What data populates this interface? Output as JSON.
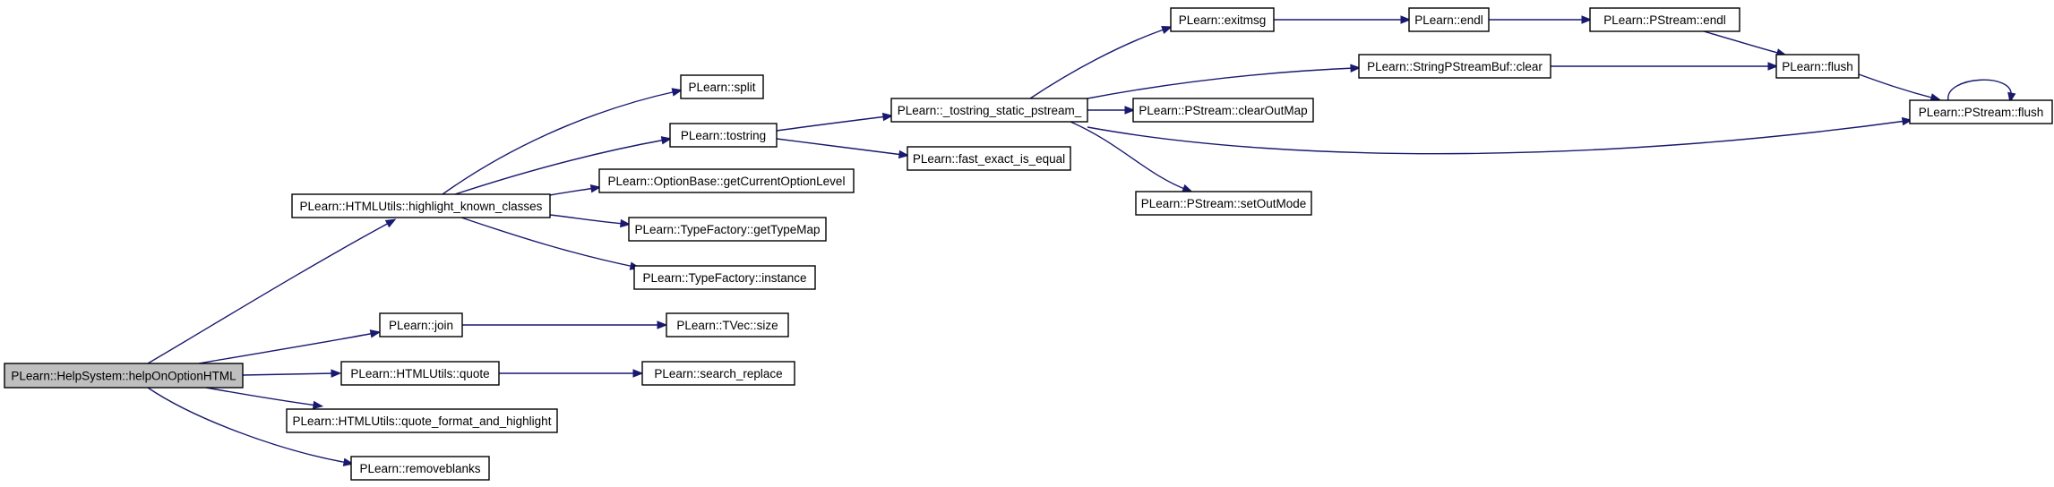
{
  "colors": {
    "edge": "#191970",
    "root_fill": "#bfbfbf",
    "node_fill": "#ffffff",
    "node_border": "#000000"
  },
  "nodes": [
    {
      "id": "helpOnOptionHTML",
      "label": "PLearn::HelpSystem::helpOnOptionHTML",
      "root": true
    },
    {
      "id": "highlight_known_classes",
      "label": "PLearn::HTMLUtils::highlight_known_classes"
    },
    {
      "id": "join",
      "label": "PLearn::join"
    },
    {
      "id": "quote",
      "label": "PLearn::HTMLUtils::quote"
    },
    {
      "id": "quote_format_and_highlight",
      "label": "PLearn::HTMLUtils::quote_format_and_highlight"
    },
    {
      "id": "removeblanks",
      "label": "PLearn::removeblanks"
    },
    {
      "id": "split",
      "label": "PLearn::split"
    },
    {
      "id": "tostring",
      "label": "PLearn::tostring"
    },
    {
      "id": "getCurrentOptionLevel",
      "label": "PLearn::OptionBase::getCurrentOptionLevel"
    },
    {
      "id": "getTypeMap",
      "label": "PLearn::TypeFactory::getTypeMap"
    },
    {
      "id": "instance",
      "label": "PLearn::TypeFactory::instance"
    },
    {
      "id": "tvec_size",
      "label": "PLearn::TVec::size"
    },
    {
      "id": "search_replace",
      "label": "PLearn::search_replace"
    },
    {
      "id": "tostring_static_pstream",
      "label": "PLearn::_tostring_static_pstream_"
    },
    {
      "id": "fast_exact_is_equal",
      "label": "PLearn::fast_exact_is_equal"
    },
    {
      "id": "exitmsg",
      "label": "PLearn::exitmsg"
    },
    {
      "id": "clearOutMap",
      "label": "PLearn::PStream::clearOutMap"
    },
    {
      "id": "setOutMode",
      "label": "PLearn::PStream::setOutMode"
    },
    {
      "id": "endl",
      "label": "PLearn::endl"
    },
    {
      "id": "sps_clear",
      "label": "PLearn::StringPStreamBuf::clear"
    },
    {
      "id": "pstream_endl",
      "label": "PLearn::PStream::endl"
    },
    {
      "id": "flush",
      "label": "PLearn::flush"
    },
    {
      "id": "pstream_flush",
      "label": "PLearn::PStream::flush"
    }
  ],
  "edges": [
    {
      "from": "helpOnOptionHTML",
      "to": "highlight_known_classes"
    },
    {
      "from": "helpOnOptionHTML",
      "to": "join"
    },
    {
      "from": "helpOnOptionHTML",
      "to": "quote"
    },
    {
      "from": "helpOnOptionHTML",
      "to": "quote_format_and_highlight"
    },
    {
      "from": "helpOnOptionHTML",
      "to": "removeblanks"
    },
    {
      "from": "highlight_known_classes",
      "to": "split"
    },
    {
      "from": "highlight_known_classes",
      "to": "tostring"
    },
    {
      "from": "highlight_known_classes",
      "to": "getCurrentOptionLevel"
    },
    {
      "from": "highlight_known_classes",
      "to": "getTypeMap"
    },
    {
      "from": "highlight_known_classes",
      "to": "instance"
    },
    {
      "from": "join",
      "to": "tvec_size"
    },
    {
      "from": "quote",
      "to": "search_replace"
    },
    {
      "from": "tostring",
      "to": "tostring_static_pstream"
    },
    {
      "from": "tostring",
      "to": "fast_exact_is_equal"
    },
    {
      "from": "tostring_static_pstream",
      "to": "exitmsg"
    },
    {
      "from": "tostring_static_pstream",
      "to": "sps_clear"
    },
    {
      "from": "tostring_static_pstream",
      "to": "clearOutMap"
    },
    {
      "from": "tostring_static_pstream",
      "to": "setOutMode"
    },
    {
      "from": "tostring_static_pstream",
      "to": "pstream_flush"
    },
    {
      "from": "exitmsg",
      "to": "endl"
    },
    {
      "from": "endl",
      "to": "pstream_endl"
    },
    {
      "from": "pstream_endl",
      "to": "flush"
    },
    {
      "from": "sps_clear",
      "to": "flush"
    },
    {
      "from": "flush",
      "to": "pstream_flush"
    },
    {
      "from": "pstream_flush",
      "to": "pstream_flush"
    }
  ]
}
